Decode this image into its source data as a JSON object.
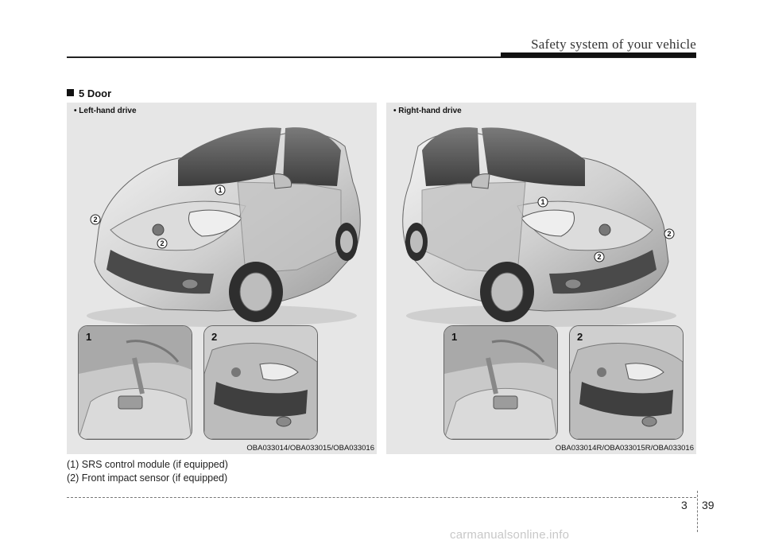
{
  "header": {
    "section_title": "Safety system of your vehicle"
  },
  "section": {
    "title": "5 Door"
  },
  "panels": [
    {
      "drive_label": "• Left-hand drive",
      "image_code": "OBA033014/OBA033015/OBA033016",
      "callouts": [
        "1",
        "2",
        "2"
      ],
      "insets": [
        {
          "number": "1"
        },
        {
          "number": "2"
        }
      ]
    },
    {
      "drive_label": "• Right-hand drive",
      "image_code": "OBA033014R/OBA033015R/OBA033016",
      "callouts": [
        "1",
        "2",
        "2"
      ],
      "insets": [
        {
          "number": "1"
        },
        {
          "number": "2"
        }
      ]
    }
  ],
  "captions": [
    "(1) SRS control module (if equipped)",
    "(2) Front impact sensor (if equipped)"
  ],
  "footer": {
    "chapter": "3",
    "page": "39"
  },
  "watermark": "carmanualsonline.info"
}
